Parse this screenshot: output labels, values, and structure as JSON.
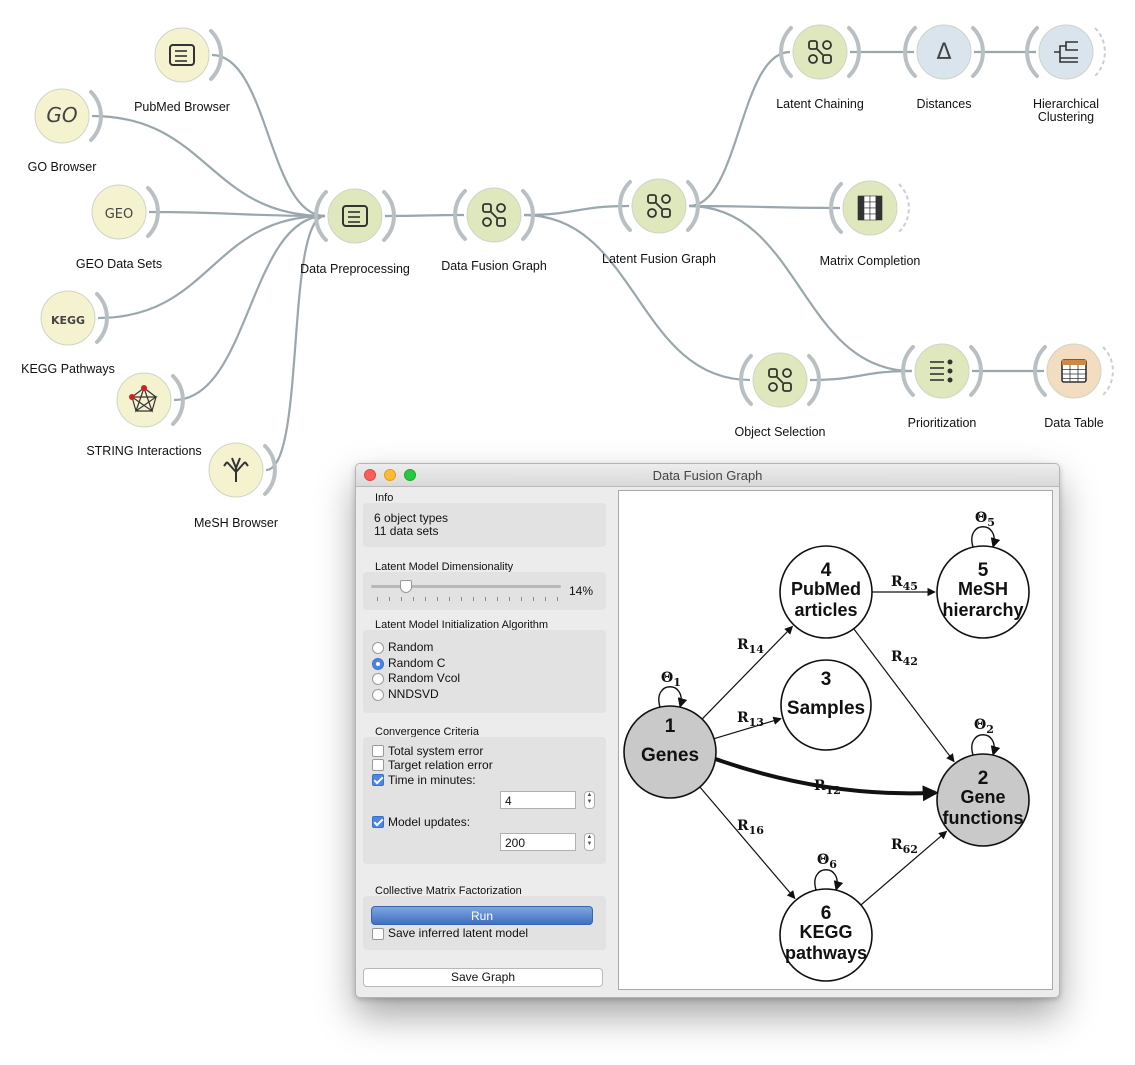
{
  "workflow": {
    "widgets": [
      {
        "id": "pubmed-browser",
        "label": "PubMed Browser",
        "icon": "document-lines-icon"
      },
      {
        "id": "go-browser",
        "label": "GO Browser",
        "icon": "go-text-icon",
        "icon_text": "GO"
      },
      {
        "id": "geo-data-sets",
        "label": "GEO Data Sets",
        "icon": "geo-text-icon",
        "icon_text": "GEO"
      },
      {
        "id": "kegg-pathways",
        "label": "KEGG Pathways",
        "icon": "kegg-text-icon",
        "icon_text": "KEGG"
      },
      {
        "id": "string-interactions",
        "label": "STRING Interactions",
        "icon": "network-icon"
      },
      {
        "id": "mesh-browser",
        "label": "MeSH Browser",
        "icon": "tree-icon"
      },
      {
        "id": "data-preprocessing",
        "label": "Data Preprocessing",
        "icon": "preprocess-icon"
      },
      {
        "id": "data-fusion-graph",
        "label": "Data Fusion Graph",
        "icon": "fusion-graph-icon"
      },
      {
        "id": "latent-fusion-graph",
        "label": "Latent Fusion Graph",
        "icon": "latent-graph-icon"
      },
      {
        "id": "latent-chaining",
        "label": "Latent Chaining",
        "icon": "chaining-icon"
      },
      {
        "id": "distances",
        "label": "Distances",
        "icon": "delta-icon",
        "icon_text": "Δ"
      },
      {
        "id": "hierarchical-clustering",
        "label": "Hierarchical\nClustering",
        "icon": "dendrogram-icon"
      },
      {
        "id": "matrix-completion",
        "label": "Matrix Completion",
        "icon": "matrix-icon"
      },
      {
        "id": "object-selection",
        "label": "Object Selection",
        "icon": "selection-icon"
      },
      {
        "id": "prioritization",
        "label": "Prioritization",
        "icon": "prioritization-icon"
      },
      {
        "id": "data-table",
        "label": "Data Table",
        "icon": "table-icon"
      }
    ],
    "colors": {
      "widget_green": "#dfe8bd",
      "widget_blue": "#d9e4ed",
      "widget_orange": "#f3dcc0",
      "widget_cream": "#f5f2cf",
      "link": "#9aa7ad"
    }
  },
  "dialog": {
    "title": "Data Fusion Graph",
    "info": {
      "label": "Info",
      "line1": "6  object types",
      "line2": "11 data sets"
    },
    "dimensionality": {
      "label": "Latent Model Dimensionality",
      "value_text": "14%",
      "value": 0.14
    },
    "init_algorithm": {
      "label": "Latent Model Initialization Algorithm",
      "options": [
        "Random",
        "Random C",
        "Random Vcol",
        "NNDSVD"
      ],
      "selected": "Random C"
    },
    "convergence": {
      "label": "Convergence Criteria",
      "total_system_error": "Total system error",
      "target_relation_error": "Target relation error",
      "time_in_minutes": "Time in minutes:",
      "time_value": "4",
      "model_updates": "Model updates:",
      "updates_value": "200"
    },
    "cmf": {
      "label": "Collective Matrix Factorization",
      "run": "Run",
      "save_latent": "Save inferred latent model"
    },
    "save_graph": "Save Graph",
    "graph": {
      "nodes": [
        {
          "num": "1",
          "name": "Genes",
          "shaded": true
        },
        {
          "num": "2",
          "name": "Gene\nfunctions",
          "shaded": true
        },
        {
          "num": "3",
          "name": "Samples",
          "shaded": false
        },
        {
          "num": "4",
          "name": "PubMed\narticles",
          "shaded": false
        },
        {
          "num": "5",
          "name": "MeSH\nhierarchy",
          "shaded": false
        },
        {
          "num": "6",
          "name": "KEGG\npathways",
          "shaded": false
        }
      ],
      "relations": [
        "R14",
        "R13",
        "R12",
        "R16",
        "R45",
        "R42",
        "R62"
      ],
      "constraints": [
        "Θ1",
        "Θ2",
        "Θ5",
        "Θ6"
      ]
    }
  }
}
